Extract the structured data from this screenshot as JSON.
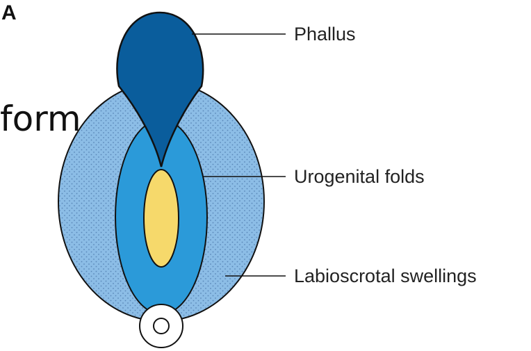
{
  "panel": {
    "letter": "A",
    "background_text": "form"
  },
  "labels": {
    "phallus": "Phallus",
    "urogenital_folds": "Urogenital folds",
    "labioscrotal_swellings": "Labioscrotal swellings"
  },
  "colors": {
    "phallus": "#0a5d9c",
    "urogenital_folds": "#2b9ad9",
    "labioscrotal_swellings": "#8cbde6",
    "urogenital_opening": "#f6d96b",
    "outline": "#111111"
  }
}
